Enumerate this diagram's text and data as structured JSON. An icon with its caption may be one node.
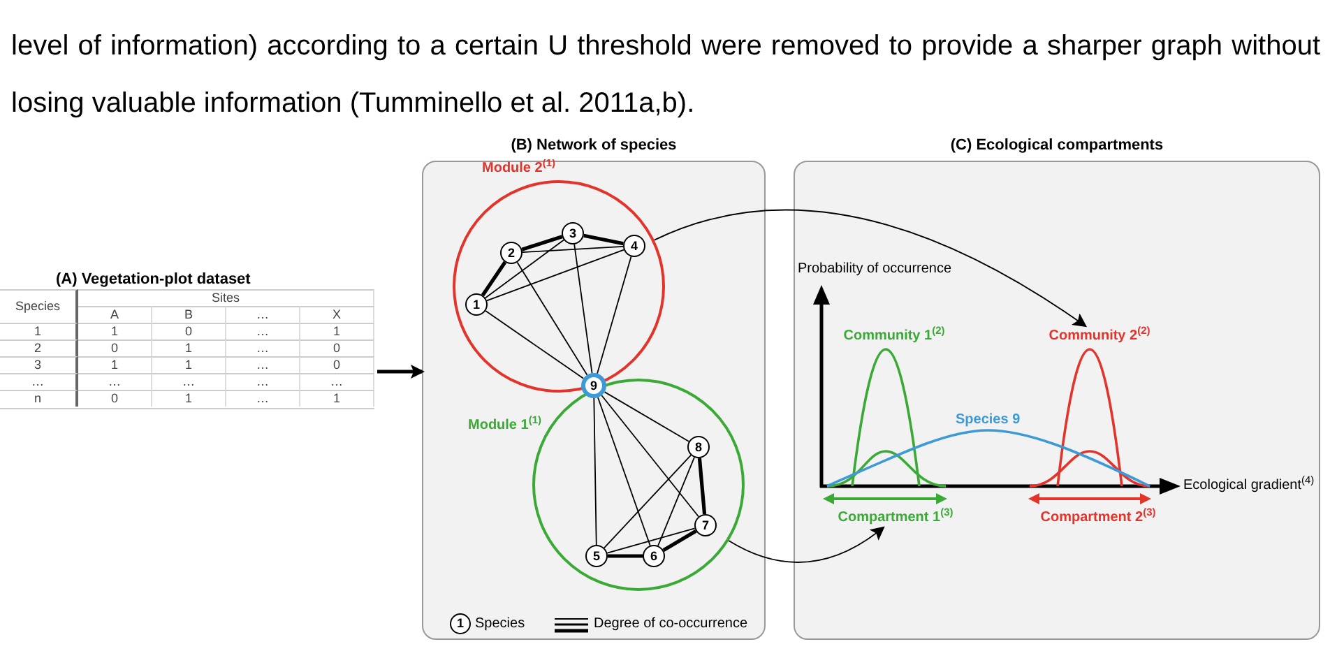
{
  "diagram": {
    "nodes": [
      {
        "text": [
          "(A) Vegetation-plot dataset"
        ]
      },
      {
        "text": [
          "(B) Network of species"
        ]
      },
      {
        "text": [
          "Module 2$^{(1)}$"
        ],
        "in": 1
      },
      {
        "text": [
          "1"
        ],
        "in": 2
      },
      {
        "text": [
          "2"
        ],
        "in": 2
      },
      {
        "text": [
          "3"
        ],
        "in": 2
      },
      {
        "text": [
          "4"
        ],
        "in": 2
      },
      {
        "text": [
          "9"
        ],
        "in": 1
      },
      {
        "text": [
          "Module 1$^{(1)}$"
        ],
        "in": 1
      },
      {
        "text": [
          "5"
        ],
        "in": 8
      },
      {
        "text": [
          "6"
        ],
        "in": 8
      },
      {
        "text": [
          "7"
        ],
        "in": 8
      },
      {
        "text": [
          "8"
        ],
        "in": 8
      },
      {
        "text": [
          "(C) Ecological compartments"
        ]
      },
      {
        "text": [
          "Community 1$^{(2)}$"
        ],
        "in": 13
      },
      {
        "text": [
          "Community 2$^{(2)}$"
        ],
        "in": 13
      },
      {
        "text": [
          "Compartment 1$^{(3)}$"
        ],
        "in": 13
      },
      {
        "text": [
          "Compartment 2$^{(3)}$"
        ],
        "in": 13
      }
    ],
    "edges": [
      {
        "from": 0,
        "to": 1,
        "arrow": "to",
        "style": "thick"
      },
      {
        "from": 2,
        "to": 15,
        "arrow": "to"
      },
      {
        "from": 8,
        "to": 16,
        "arrow": "to"
      },
      {
        "from": 3,
        "to": 4,
        "arrow": "none",
        "style": "thick"
      },
      {
        "from": 4,
        "to": 5,
        "arrow": "none",
        "style": "thick"
      },
      {
        "from": 5,
        "to": 6,
        "arrow": "none",
        "style": "thick"
      },
      {
        "from": 3,
        "to": 5,
        "arrow": "none"
      },
      {
        "from": 3,
        "to": 6,
        "arrow": "none"
      },
      {
        "from": 4,
        "to": 6,
        "arrow": "none"
      },
      {
        "from": 3,
        "to": 7,
        "arrow": "none"
      },
      {
        "from": 4,
        "to": 7,
        "arrow": "none"
      },
      {
        "from": 5,
        "to": 7,
        "arrow": "none"
      },
      {
        "from": 6,
        "to": 7,
        "arrow": "none"
      },
      {
        "from": 7,
        "to": 9,
        "arrow": "none"
      },
      {
        "from": 7,
        "to": 10,
        "arrow": "none"
      },
      {
        "from": 7,
        "to": 11,
        "arrow": "none"
      },
      {
        "from": 7,
        "to": 12,
        "arrow": "none"
      },
      {
        "from": 12,
        "to": 11,
        "arrow": "none",
        "style": "thick"
      },
      {
        "from": 11,
        "to": 10,
        "arrow": "none",
        "style": "thick"
      },
      {
        "from": 10,
        "to": 9,
        "arrow": "none",
        "style": "thick"
      },
      {
        "from": 9,
        "to": 12,
        "arrow": "none"
      },
      {
        "from": 9,
        "to": 11,
        "arrow": "none"
      },
      {
        "from": 10,
        "to": 12,
        "arrow": "none"
      }
    ],
    "labels": [
      "level of information) according to a certain U threshold were removed to provide a sharper graph without losing valuable information (Tumminello et al. 2011a,b).",
      "Species",
      "Sites",
      "A",
      "B",
      "…",
      "X",
      "1",
      "1",
      "0",
      "…",
      "1",
      "2",
      "0",
      "1",
      "…",
      "0",
      "3",
      "1",
      "1",
      "…",
      "0",
      "…",
      "…",
      "…",
      "…",
      "…",
      "n",
      "0",
      "1",
      "…",
      "1",
      "1",
      "Probability of occurrence",
      "Species 9",
      "Ecological gradient$^{(4)}$"
    ],
    "legend": [
      {
        "text": "Species"
      },
      {
        "text": "Degree of co-occurrence"
      }
    ]
  }
}
